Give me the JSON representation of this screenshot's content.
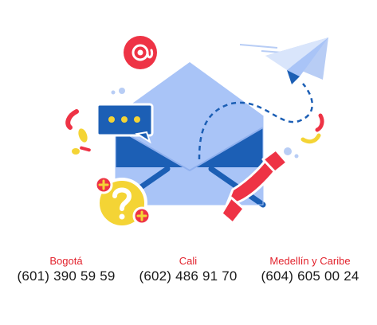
{
  "contacts": [
    {
      "city": "Bogotá",
      "phone": "(601) 390 59 59"
    },
    {
      "city": "Cali",
      "phone": "(602) 486 91 70"
    },
    {
      "city": "Medellín y Caribe",
      "phone": "(604) 605 00 24"
    }
  ],
  "illustration": {
    "icons": [
      "email-at-icon",
      "chat-bubble-icon",
      "envelope-icon",
      "paper-plane-icon",
      "phone-handset-icon",
      "question-mark-icon"
    ]
  },
  "colors": {
    "city_label": "#e2222c",
    "phone_text": "#1a1a1a",
    "envelope_light": "#a9c4f7",
    "envelope_dark": "#1c5fb5",
    "accent_yellow": "#f4d435",
    "accent_red": "#ee3345"
  }
}
